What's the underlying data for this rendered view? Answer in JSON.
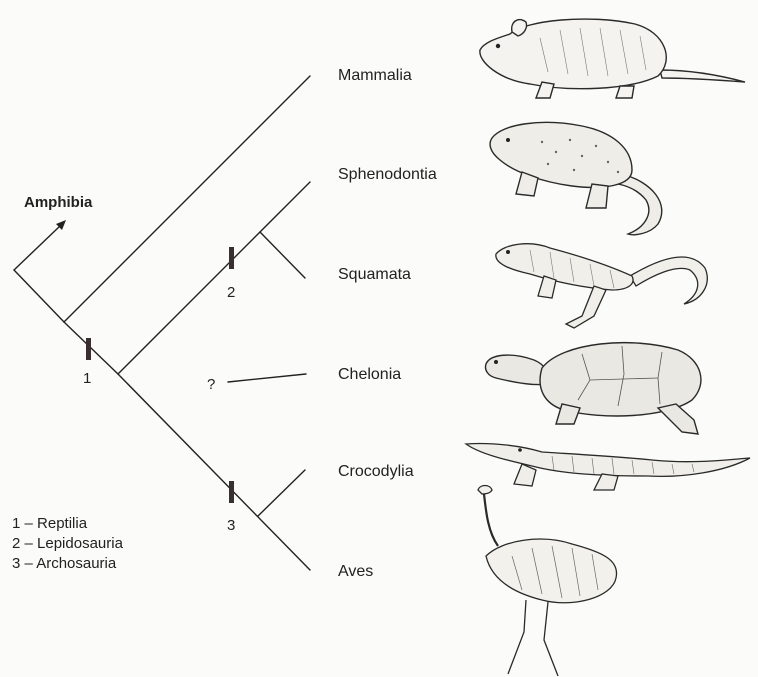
{
  "outgroup": "Amphibia",
  "taxa": {
    "mammalia": "Mammalia",
    "sphenodontia": "Sphenodontia",
    "squamata": "Squamata",
    "chelonia": "Chelonia",
    "crocodylia": "Crocodylia",
    "aves": "Aves"
  },
  "node_numbers": {
    "n1": "1",
    "n2": "2",
    "n3": "3"
  },
  "uncertain_marker": "?",
  "legend": [
    "1 – Reptilia",
    "2 – Lepidosauria",
    "3 – Archosauria"
  ],
  "illustrations": [
    "rodent",
    "tuatara",
    "lizard",
    "turtle",
    "crocodile",
    "ostrich"
  ],
  "colors": {
    "line": "#222222",
    "ink": "#2a2a2a",
    "background": "#fbfbf9"
  }
}
